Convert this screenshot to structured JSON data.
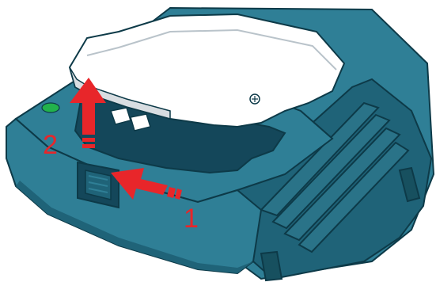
{
  "steps": [
    {
      "number": "1",
      "action": "push-latch"
    },
    {
      "number": "2",
      "action": "lift-cover"
    }
  ],
  "colors": {
    "body": "#2f7f96",
    "body_dark": "#1f6378",
    "body_shadow": "#17505f",
    "cavity": "#14475a",
    "cover": "#ffffff",
    "cover_shade": "#d8dde1",
    "outline": "#0d3a48",
    "arrow": "#e8262a",
    "indicator": "#22b24c"
  },
  "icons": {
    "indicator": "status-led-icon",
    "latch": "latch-icon",
    "screw": "screw-icon"
  }
}
